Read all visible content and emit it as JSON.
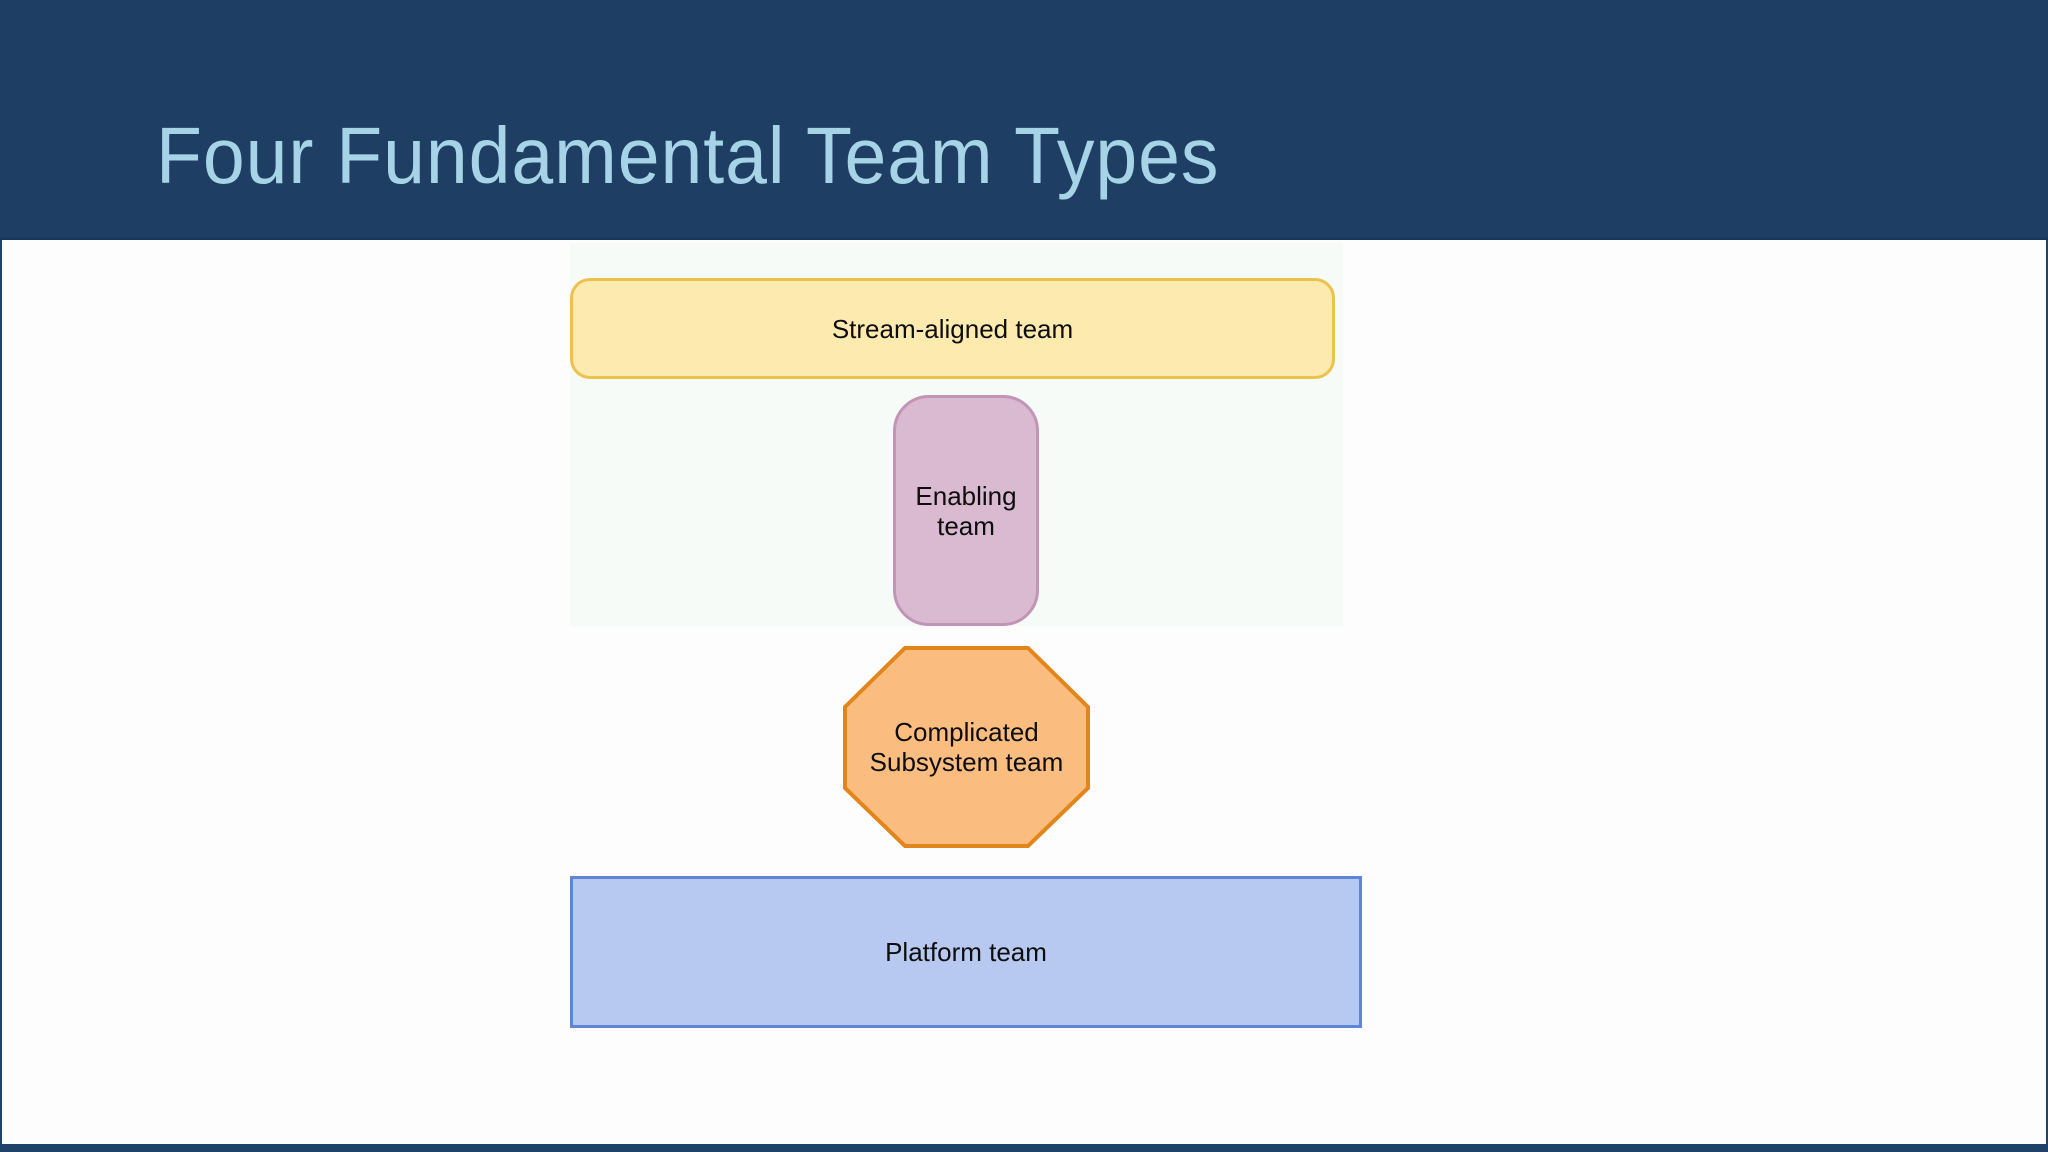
{
  "slide": {
    "title": "Four Fundamental Team Types",
    "theme": {
      "header_bg": "#1e3e64",
      "title_color": "#a6d4e6",
      "body_bg": "#fdfdfd",
      "edge_bar_color": "#1e4268",
      "label_color": "#0d0d0d"
    },
    "shapes": [
      {
        "id": "stream",
        "label": "Stream-aligned team",
        "kind": "rounded-rectangle-wide",
        "fill": "#fdeaae",
        "border": "#ecc24d"
      },
      {
        "id": "enabling",
        "label": "Enabling team",
        "kind": "rounded-rectangle-tall",
        "fill": "#d9bad0",
        "border": "#c294b5"
      },
      {
        "id": "subsystem",
        "label": "Complicated Subsystem team",
        "kind": "octagon",
        "fill": "#fbbc80",
        "border": "#e2861c"
      },
      {
        "id": "platform",
        "label": "Platform team",
        "kind": "rectangle-wide",
        "fill": "#b8c9f1",
        "border": "#5f85d9"
      }
    ]
  }
}
